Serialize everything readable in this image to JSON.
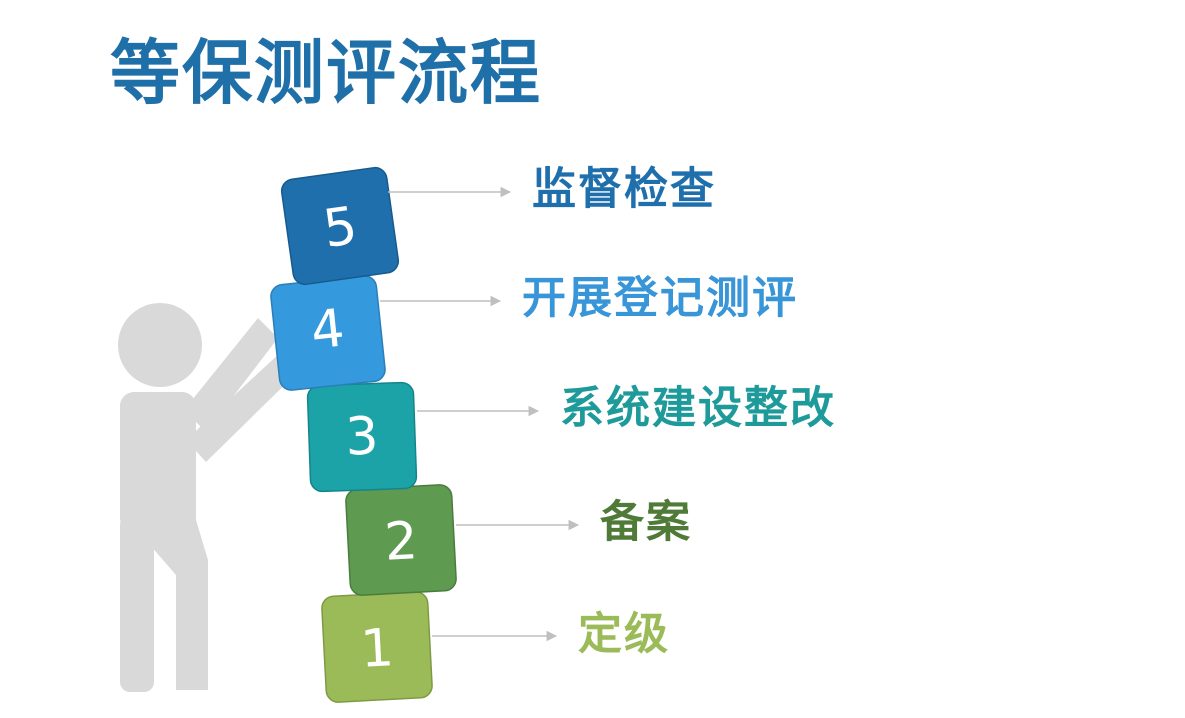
{
  "title": "等保测评流程",
  "colors": {
    "title": "#1f6fa8",
    "figure": "#d9d9d9",
    "arrow": "#bfbfbf"
  },
  "steps": [
    {
      "number": "1",
      "label": "定级",
      "color": "#9bbb59",
      "label_color": "#9bbb59"
    },
    {
      "number": "2",
      "label": "备案",
      "color": "#5e9a4f",
      "label_color": "#4f7a38"
    },
    {
      "number": "3",
      "label": "系统建设整改",
      "color": "#1ba3a8",
      "label_color": "#1e9a9a"
    },
    {
      "number": "4",
      "label": "开展登记测评",
      "color": "#3499dd",
      "label_color": "#3795d8"
    },
    {
      "number": "5",
      "label": "监督检查",
      "color": "#1f6fad",
      "label_color": "#1f6fad"
    }
  ]
}
